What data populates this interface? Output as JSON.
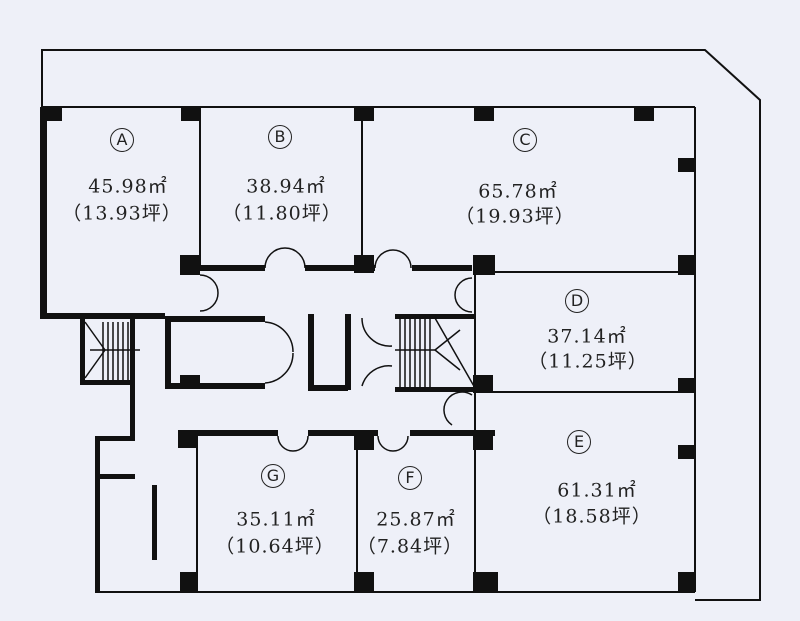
{
  "rooms": [
    {
      "label": "A",
      "area": "45.98㎡",
      "tsubo": "（13.93坪）"
    },
    {
      "label": "B",
      "area": "38.94㎡",
      "tsubo": "（11.80坪）"
    },
    {
      "label": "C",
      "area": "65.78㎡",
      "tsubo": "（19.93坪）"
    },
    {
      "label": "D",
      "area": "37.14㎡",
      "tsubo": "（11.25坪）"
    },
    {
      "label": "E",
      "area": "61.31㎡",
      "tsubo": "（18.58坪）"
    },
    {
      "label": "F",
      "area": "25.87㎡",
      "tsubo": "（7.84坪）"
    },
    {
      "label": "G",
      "area": "35.11㎡",
      "tsubo": "（10.64坪）"
    }
  ]
}
